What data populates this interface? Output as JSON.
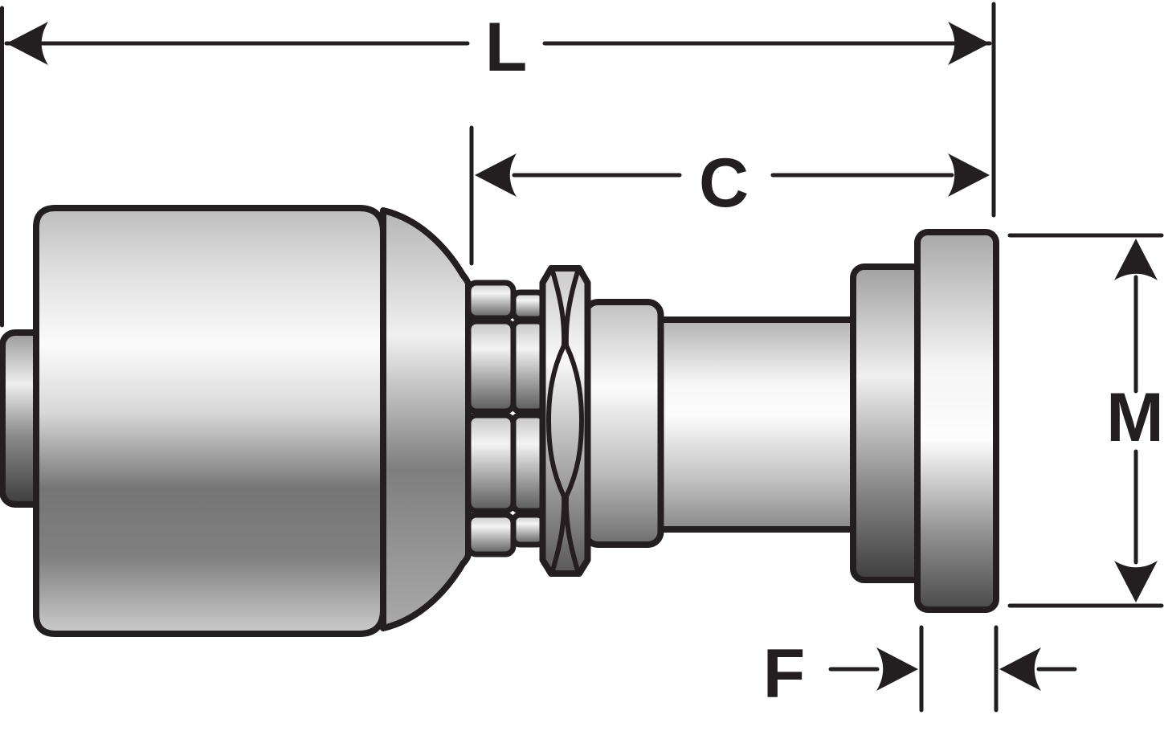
{
  "diagram": {
    "type": "technical-dimension-drawing",
    "subject": "crimp hose fitting with flange head, side view",
    "background_color": "#ffffff",
    "ink_color": "#231f20",
    "metal_highlight": "#fbfbfb",
    "metal_shadow": "#4a4a4a",
    "dimensions": {
      "L": {
        "label": "L"
      },
      "C": {
        "label": "C"
      },
      "M": {
        "label": "M"
      },
      "F": {
        "label": "F"
      }
    }
  }
}
